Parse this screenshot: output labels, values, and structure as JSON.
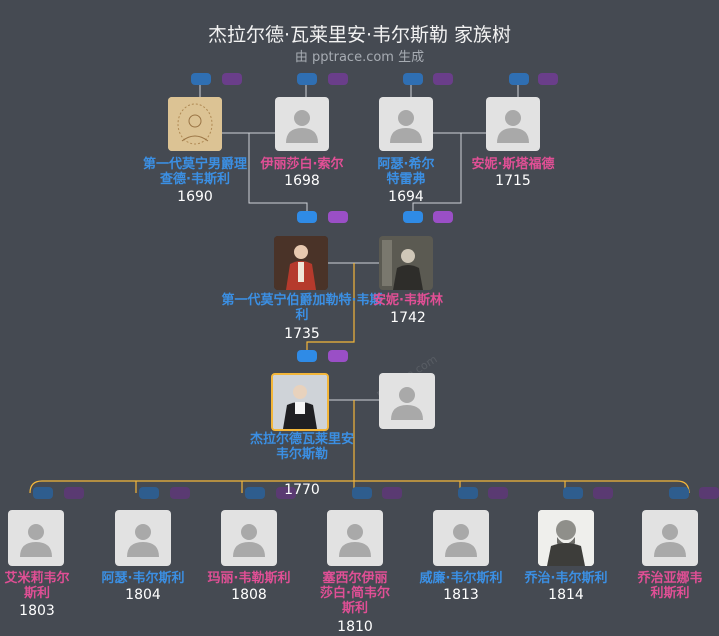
{
  "header": {
    "title": "杰拉尔德·瓦莱里安·韦尔斯勒 家族树",
    "subtitle": "由 pptrace.com 生成"
  },
  "watermark": "pptrace.com",
  "colors": {
    "background": "#454a52",
    "male": "#3b8fe3",
    "female": "#e04f95",
    "connector": "#f3b63a",
    "line": "#cfd3d8",
    "selected_border": "#f3b63a"
  },
  "people": {
    "p1": {
      "name": "第一代莫宁男爵理查德·韦斯利",
      "year": "1690",
      "gender": "male",
      "photo": "parchment-portrait"
    },
    "p2": {
      "name": "伊丽莎白·索尔",
      "year": "1698",
      "gender": "female",
      "photo": "placeholder"
    },
    "p3": {
      "name": "阿瑟·希尔特雷弗",
      "year": "1694",
      "gender": "male",
      "photo": "placeholder"
    },
    "p4": {
      "name": "安妮·斯塔福德",
      "year": "1715",
      "gender": "female",
      "photo": "placeholder"
    },
    "p5": {
      "name": "第一代莫宁伯爵加勒特·韦斯利",
      "year": "1735",
      "gender": "male",
      "photo": "red-coat-portrait"
    },
    "p6": {
      "name": "安妮·韦斯林",
      "year": "1742",
      "gender": "female",
      "photo": "dark-portrait"
    },
    "p7": {
      "name": "杰拉尔德瓦莱里安韦尔斯勒",
      "year": "1770",
      "gender": "male",
      "photo": "clergy-portrait"
    },
    "p8": {
      "name": "",
      "year": "",
      "gender": "unknown",
      "photo": "placeholder"
    },
    "c1": {
      "name": "艾米莉韦尔斯利",
      "year": "1803",
      "gender": "female",
      "photo": "placeholder"
    },
    "c2": {
      "name": "阿瑟·韦尔斯利",
      "year": "1804",
      "gender": "male",
      "photo": "placeholder"
    },
    "c3": {
      "name": "玛丽·韦勒斯利",
      "year": "1808",
      "gender": "female",
      "photo": "placeholder"
    },
    "c4": {
      "name": "塞西尔伊丽莎白·简韦尔斯利",
      "year": "1810",
      "gender": "female",
      "photo": "placeholder"
    },
    "c5": {
      "name": "威廉·韦尔斯利",
      "year": "1813",
      "gender": "male",
      "photo": "placeholder"
    },
    "c6": {
      "name": "乔治·韦尔斯利",
      "year": "1814",
      "gender": "male",
      "photo": "engraving-portrait"
    },
    "c7": {
      "name": "乔治亚娜韦利斯利",
      "year": "",
      "gender": "female",
      "photo": "placeholder"
    }
  }
}
